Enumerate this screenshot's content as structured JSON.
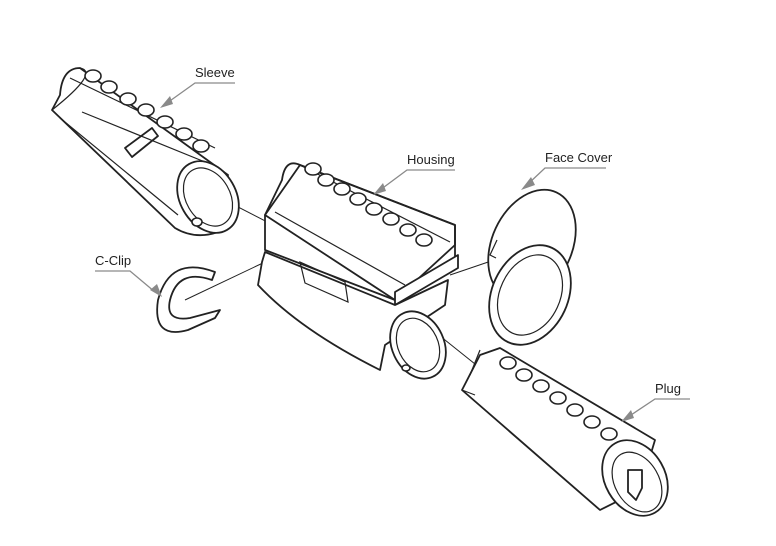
{
  "diagram": {
    "labels": {
      "sleeve": "Sleeve",
      "housing": "Housing",
      "face_cover": "Face Cover",
      "c_clip": "C-Clip",
      "plug": "Plug"
    }
  }
}
